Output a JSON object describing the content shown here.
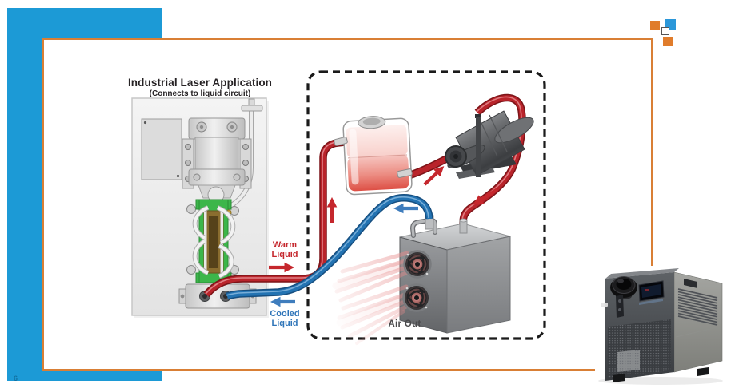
{
  "page": {
    "number": "6"
  },
  "slide": {
    "accent_blue": "#1c9ad6",
    "frame_orange": "#d97f35",
    "decor_square_orange": "#e07c2b",
    "decor_square_blue": "#2b97d9"
  },
  "diagram": {
    "title": "Industrial Laser Application",
    "subtitle": "(Connects to liquid circuit)",
    "warm_liquid_label": "Warm\nLiquid",
    "cooled_liquid_label": "Cooled\nLiquid",
    "air_out_label": "Air Out",
    "flow_colors": {
      "warm": "#c5272d",
      "cooled": "#2e74b8"
    },
    "icons": [
      "laser-panel-illustration",
      "reservoir-tank",
      "pump-motor",
      "heat-exchanger-fan-unit",
      "dashed-chiller-circuit-box",
      "chiller-product-photo"
    ]
  }
}
